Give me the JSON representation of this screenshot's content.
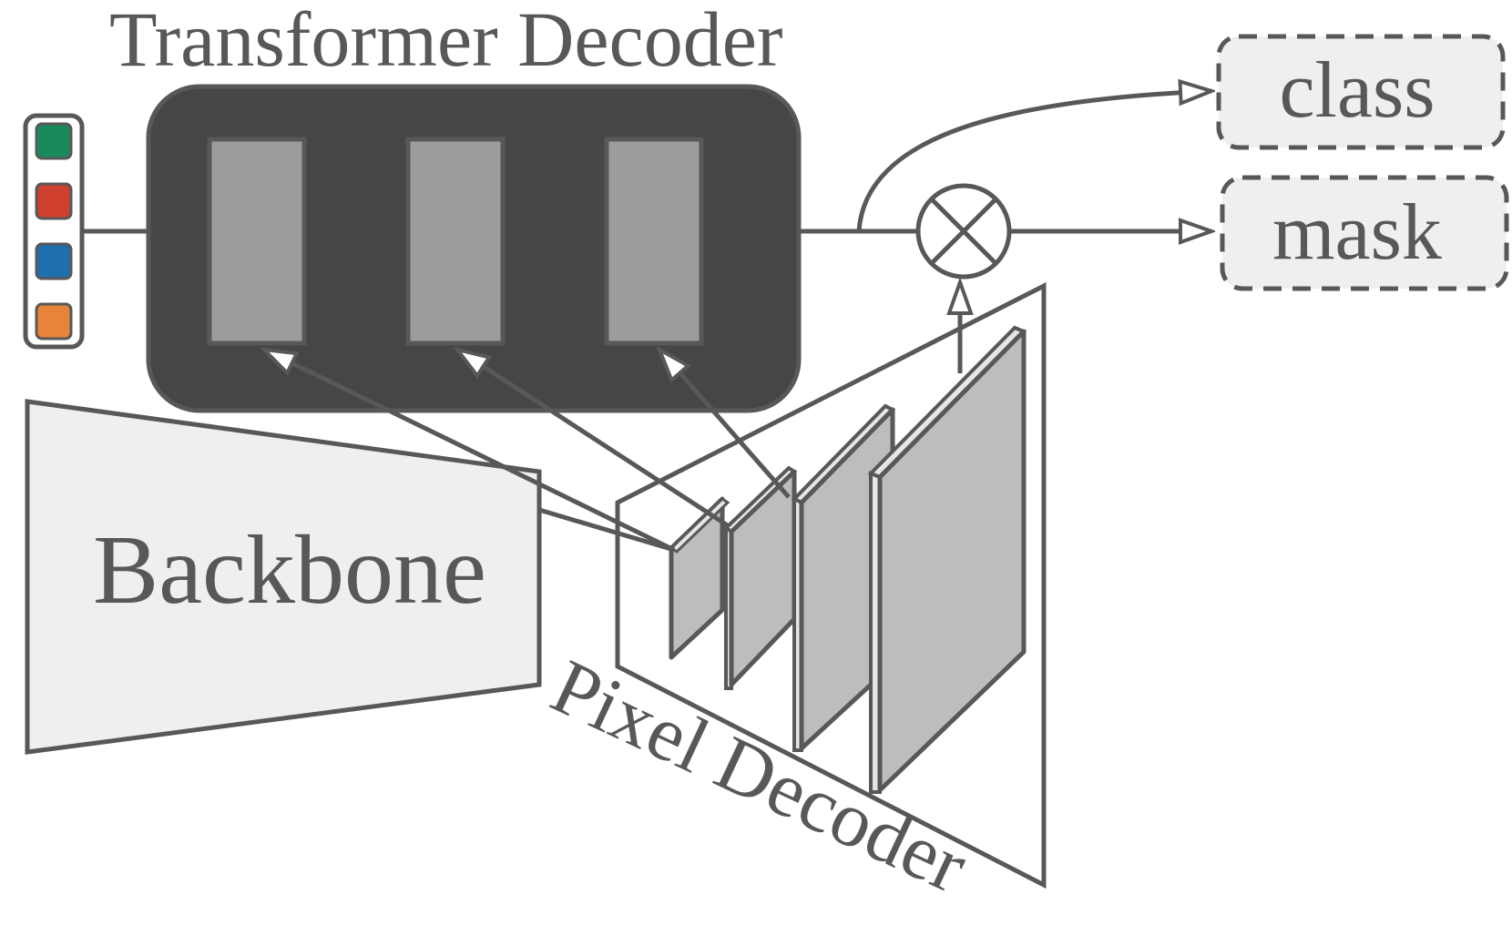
{
  "labels": {
    "transformer_decoder": "Transformer Decoder",
    "backbone": "Backbone",
    "pixel_decoder": "Pixel Decoder",
    "class_output": "class",
    "mask_output": "mask"
  },
  "queries": [
    {
      "color": "#1a8a5c"
    },
    {
      "color": "#d0402e"
    },
    {
      "color": "#1d6fae"
    },
    {
      "color": "#e8833a"
    }
  ],
  "colors": {
    "stroke": "#585858",
    "decoder_fill": "#464646",
    "layer_fill": "#9c9c9c",
    "backbone_fill": "#efefef",
    "feature_fill": "#bdbdbd",
    "output_fill": "#efefef"
  },
  "operator": "multiply"
}
